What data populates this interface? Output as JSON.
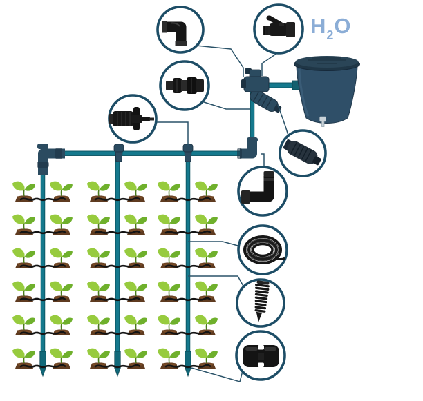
{
  "labels": {
    "water": {
      "h": "H",
      "sub2": "2",
      "o": "O",
      "full": "H2O"
    }
  },
  "colors": {
    "background": "#ffffff",
    "water_text": "#8badd6",
    "pipe": "#15798d",
    "pipe_edge": "#0a5260",
    "fitting": "#2b4b60",
    "fitting_dark": "#1c3242",
    "tank_body": "#2f4f68",
    "tank_lid": "#263f4f",
    "tank_spout": "#c9d2d8",
    "circle_stroke": "#1d4d66",
    "callout_line": "#2a5268",
    "component_black": "#161616",
    "leaf_light": "#97cb3e",
    "leaf_dark": "#6fb02c",
    "stem": "#4c7a1e",
    "soil": "#5f3b20",
    "soil_top": "#7a4c27",
    "drip_line": "#141414"
  },
  "diagram": {
    "description": "Drip irrigation system fed from a water barrel",
    "plant_rows": 6,
    "plant_columns": 3,
    "plants_per_row": 6,
    "total_plants": 36,
    "callouts": [
      {
        "name": "elbow-fitting",
        "points_to": "riser elbow at manifold"
      },
      {
        "name": "shutoff-valve",
        "points_to": "tank outlet valve"
      },
      {
        "name": "straight-coupler",
        "points_to": "riser pipe coupling"
      },
      {
        "name": "drip-emitter",
        "points_to": "manifold tee"
      },
      {
        "name": "inline-filter",
        "points_to": "filter unit below valve"
      },
      {
        "name": "elbow-connector",
        "points_to": "manifold corner elbow"
      },
      {
        "name": "tubing-coil",
        "points_to": "row drip tubing"
      },
      {
        "name": "spiral-spike-dripper",
        "points_to": "row drip line"
      },
      {
        "name": "tee-connector",
        "points_to": "row stake end"
      }
    ]
  }
}
